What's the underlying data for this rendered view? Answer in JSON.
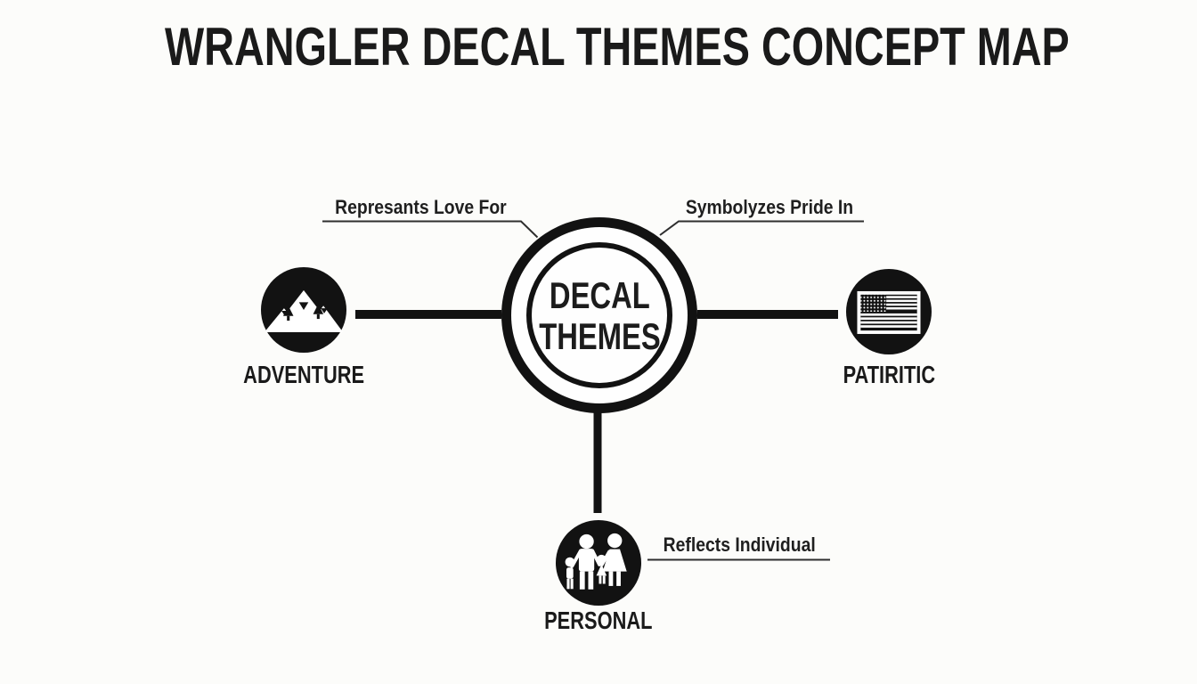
{
  "title": "WRANGLER DECAL THEMES CONCEPT MAP",
  "diagram": {
    "type": "concept-map",
    "center_node": {
      "line1": "DECAL",
      "line2": "THEMES"
    },
    "nodes": [
      {
        "label": "ADVENTURE",
        "icon": "mountains-icon",
        "position": "left"
      },
      {
        "label": "PATIRITIC",
        "icon": "us-flag-icon",
        "position": "right"
      },
      {
        "label": "PERSONAL",
        "icon": "family-icon",
        "position": "bottom"
      }
    ],
    "edges": [
      {
        "label": "Represants Love For",
        "from": "DECAL THEMES",
        "to": "ADVENTURE"
      },
      {
        "label": "Symbolyzes Pride In",
        "from": "DECAL THEMES",
        "to": "PATIRITIC"
      },
      {
        "label": "Reflects Individual",
        "from": "DECAL THEMES",
        "to": "PERSONAL"
      }
    ]
  },
  "colors": {
    "ink": "#121212",
    "thin_line": "#2e2e2e",
    "background": "#fcfcfa"
  }
}
